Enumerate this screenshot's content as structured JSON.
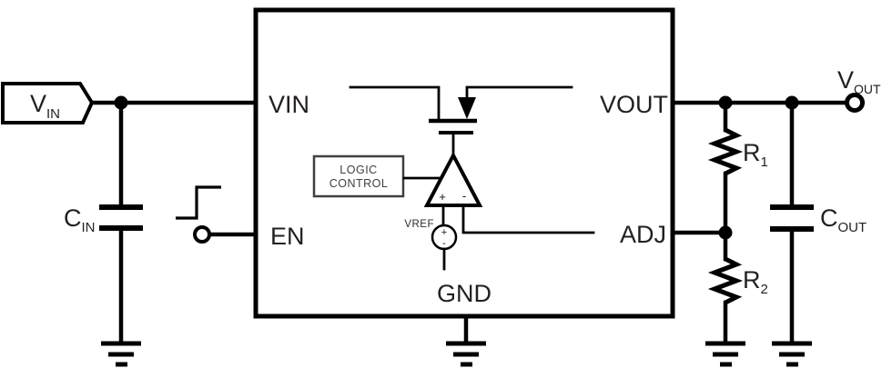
{
  "colors": {
    "line": "#000000",
    "background": "#ffffff",
    "text": "#231f20",
    "logic_box": "#3f3f3f"
  },
  "ic": {
    "pins": {
      "vin": "VIN",
      "en": "EN",
      "vout": "VOUT",
      "adj": "ADJ",
      "gnd": "GND"
    },
    "logic_control": {
      "line1": "LOGIC",
      "line2": "CONTROL"
    },
    "error_amp": {
      "noninverting": "+",
      "inverting": "-"
    },
    "vref": {
      "label": "VREF",
      "plus": "+",
      "minus": "-"
    }
  },
  "external": {
    "vin": {
      "main": "V",
      "sub": "IN"
    },
    "vout": {
      "main": "V",
      "sub": "OUT"
    },
    "cin": {
      "main": "C",
      "sub": "IN"
    },
    "cout": {
      "main": "C",
      "sub": "OUT"
    },
    "r1": {
      "main": "R",
      "sub": "1"
    },
    "r2": {
      "main": "R",
      "sub": "2"
    }
  }
}
